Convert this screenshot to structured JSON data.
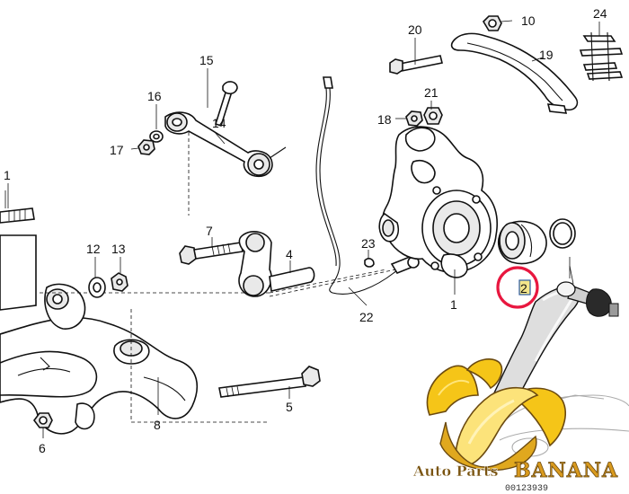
{
  "callouts": {
    "c1": "1",
    "c2": "2",
    "c5": "5",
    "c6": "6",
    "c7": "7",
    "c8": "8",
    "c10": "10",
    "c12": "12",
    "c13": "13",
    "c14": "14",
    "c15": "15",
    "c16": "16",
    "c17": "17",
    "c18": "18",
    "c19": "19",
    "c20": "20",
    "c21": "21",
    "c22": "22",
    "c23": "23",
    "c24": "24",
    "c4": "4",
    "c11_partial": "1"
  },
  "drawing_number": "00123939",
  "watermark": {
    "text_left": "Auto Parts",
    "text_right": "BANANA",
    "color_primary": "#d99a1e",
    "color_dark": "#6b4a10",
    "color_fill": "#f5c518"
  },
  "highlight": {
    "label": "2",
    "circle_color": "#e8173f"
  }
}
